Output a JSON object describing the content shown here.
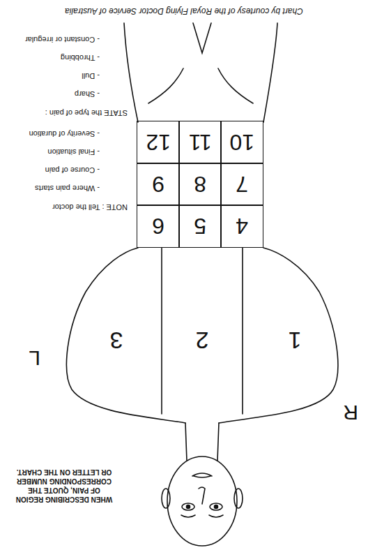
{
  "diagram": {
    "nodes": [
      {
        "text": [
          "1"
        ]
      },
      {
        "text": [
          "2"
        ]
      },
      {
        "text": [
          "3"
        ]
      },
      {
        "text": [
          "4"
        ]
      },
      {
        "text": [
          "5"
        ]
      },
      {
        "text": [
          "6"
        ]
      },
      {
        "text": [
          "7"
        ]
      },
      {
        "text": [
          "8"
        ]
      },
      {
        "text": [
          "9"
        ]
      },
      {
        "text": [
          "10"
        ]
      },
      {
        "text": [
          "11"
        ]
      },
      {
        "text": [
          "12"
        ]
      }
    ],
    "labels": [
      "WHEN DESCRIBING REGION OF PAIN, QUOTE THE CORRESPONDING NUMBER OR LETTER ON THE CHART.",
      "R",
      "L",
      "NOTE : Tell the doctor",
      "- Where pain starts",
      "- Course of pain",
      "- Final situation",
      "- Severity of duration",
      "STATE the type of pain :",
      "- Sharp",
      "- Dull",
      "- Throbbing",
      "- Constant or irregular",
      "Chart by courtesy of the Royal Flying Doctor Service of Australia"
    ]
  }
}
